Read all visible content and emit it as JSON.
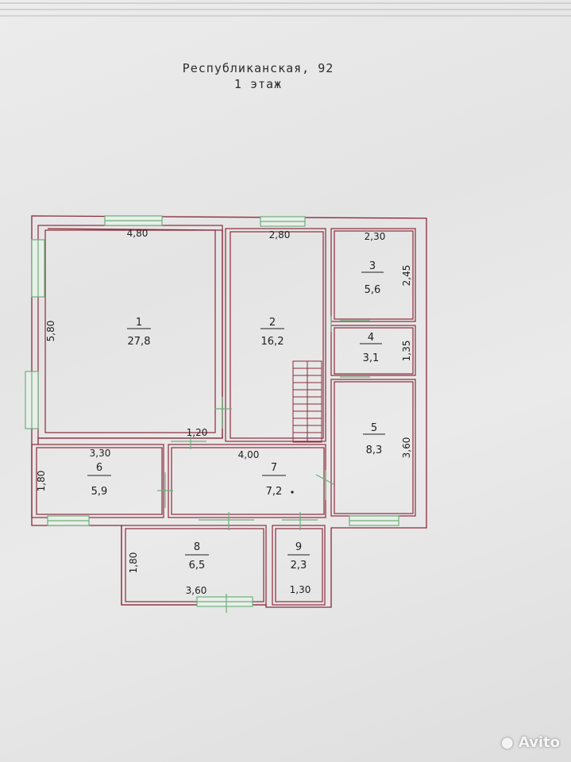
{
  "header": {
    "title": "Республиканская, 92",
    "floor": "1 этаж"
  },
  "rooms": [
    {
      "number": "1",
      "area": "27,8"
    },
    {
      "number": "2",
      "area": "16,2"
    },
    {
      "number": "3",
      "area": "5,6"
    },
    {
      "number": "4",
      "area": "3,1"
    },
    {
      "number": "5",
      "area": "8,3"
    },
    {
      "number": "6",
      "area": "5,9"
    },
    {
      "number": "7",
      "area": "7,2"
    },
    {
      "number": "8",
      "area": "6,5"
    },
    {
      "number": "9",
      "area": "2,3"
    }
  ],
  "dimensions": {
    "room1_width": "4,80",
    "room1_height": "5,80",
    "room2_width": "2,80",
    "room3_width": "2,30",
    "room3_height": "2,45",
    "room4_height": "1,35",
    "room5_height": "3,60",
    "room6_width": "3,30",
    "room6_height": "1,80",
    "corridor_opening": "1,20",
    "room7_width": "4,00",
    "room8_height": "1,80",
    "room8_width": "3,60",
    "room9_width": "1,30"
  },
  "colors": {
    "wall": "#8a2a3a",
    "window": "#6fae7c",
    "paper": "#e9e9e9",
    "ink": "#1f1f1f"
  },
  "watermark": "Avito"
}
